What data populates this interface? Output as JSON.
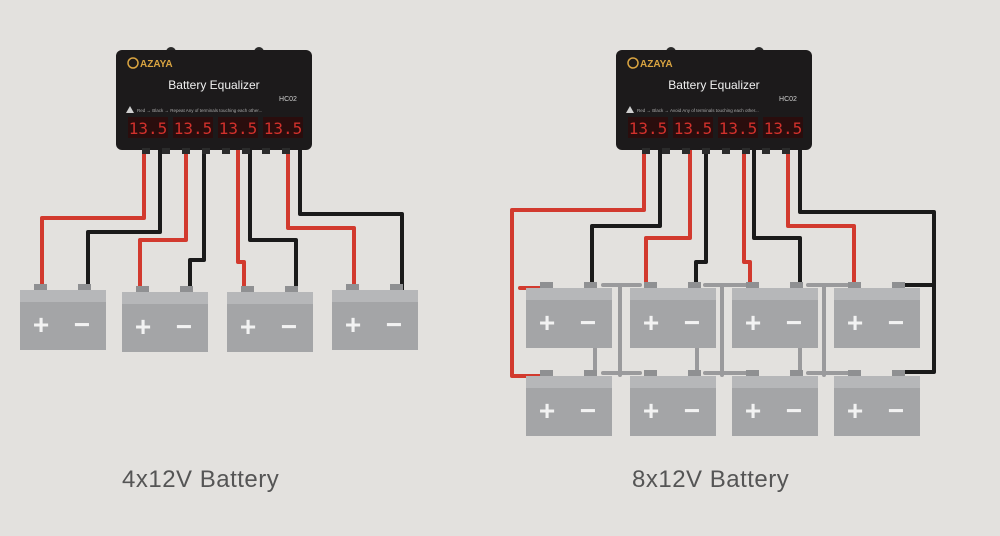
{
  "diagrams": [
    {
      "caption": "4x12V Battery",
      "device": {
        "brand": "AZAYA",
        "title": "Battery Equalizer",
        "model": "HC02",
        "warning": "Red → Black → Repeat Any of terminals touching each other...",
        "displays": [
          "13.5",
          "13.5",
          "13.5",
          "13.5"
        ]
      },
      "battery_count": 4
    },
    {
      "caption": "8x12V Battery",
      "device": {
        "brand": "AZAYA",
        "title": "Battery Equalizer",
        "model": "HC02",
        "warning": "Red → Black → Avoid Any of terminals touching each other...",
        "displays": [
          "13.5",
          "13.5",
          "13.5",
          "13.5"
        ]
      },
      "battery_count": 8
    }
  ],
  "battery_symbols": {
    "positive": "+",
    "negative": "−"
  },
  "colors": {
    "background": "#e3e1de",
    "device": "#1c1a1b",
    "display": "#d2312c",
    "red_wire": "#d23a2e",
    "black_wire": "#1a1a1a",
    "gray_link": "#9a9a9c",
    "battery": "#a4a5a7",
    "caption": "#555555"
  }
}
